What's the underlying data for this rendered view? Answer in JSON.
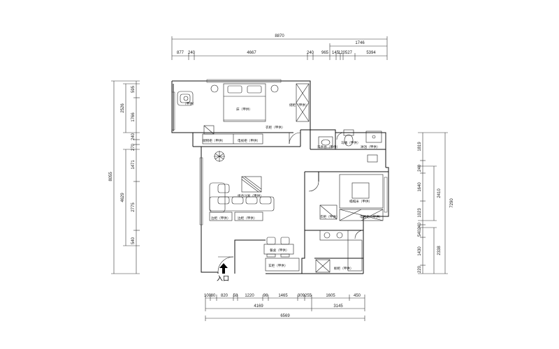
{
  "dimensions": {
    "top_overall": "8870",
    "top_sub": "1746",
    "top_row": [
      "877",
      "240",
      "4667",
      "240",
      "965",
      "145",
      "120",
      "527",
      "5394"
    ],
    "left_overall": "8055",
    "left_mid": "4629",
    "left_top": "2526",
    "left_segs": [
      "595",
      "1766",
      "240",
      "270",
      "1471",
      "2775",
      "540"
    ],
    "right_overall": "7290",
    "right_a": "2410",
    "right_b": "2338",
    "right_segs": [
      "1819",
      "240",
      "1640",
      "1023",
      "240",
      "540",
      "1430",
      "220"
    ],
    "bottom_row": [
      "100",
      "80",
      "820",
      "58",
      "1220",
      "98",
      "1465",
      "309",
      "255",
      "1605",
      "450"
    ],
    "bottom_sub": [
      "4169",
      "3145"
    ],
    "bottom_overall": "6569"
  },
  "rooms": {
    "bed": "床（甲供）",
    "wardrobe_small": "衣柜（甲供）",
    "chair_note": "（甲供）",
    "closet_top": "储柜（甲供）",
    "bedroom_cab_left": "储物柜（甲供）",
    "tv_cab": "电视柜（甲供）",
    "sink": "洗手台（甲供）",
    "toilet_note": "马桶（甲供）",
    "shower": "淋浴（甲供）",
    "sofa": "组合沙发（甲供）",
    "side_cab_l": "边柜（甲供）",
    "side_cab_r": "边柜（甲供）",
    "dining_bed": "榻榻米（甲供）",
    "tatami_cab": "衣柜（甲供）",
    "desk": "电视柜（甲供）",
    "dining_table": "餐桌（甲供）",
    "shoe_cab": "玄柜（甲供）",
    "kitchen": "橱柜（甲供）"
  },
  "entry_label": "入口"
}
